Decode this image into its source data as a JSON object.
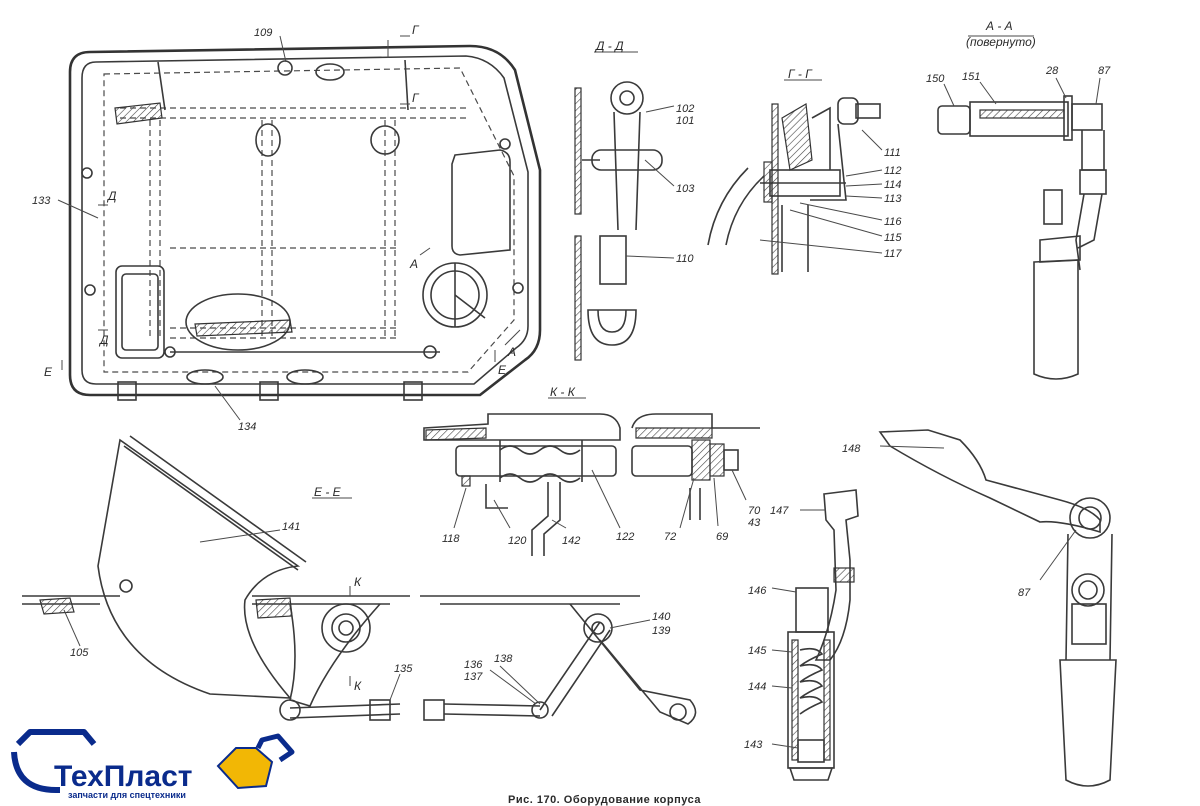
{
  "caption": "Рис. 170. Оборудование корпуса",
  "sections": {
    "dd": "Д - Д",
    "gg": "Г - Г",
    "aa": "А - А",
    "aa_note": "(повернуто)",
    "kk": "К - К",
    "ee": "Е - Е"
  },
  "cut_marks": {
    "g": "Г",
    "d": "Д",
    "a": "А",
    "e": "Е",
    "k": "К"
  },
  "callouts": {
    "n109": "109",
    "n133": "133",
    "n134": "134",
    "n102": "102",
    "n101": "101",
    "n103": "103",
    "n110": "110",
    "n111": "111",
    "n112": "112",
    "n114": "114",
    "n113": "113",
    "n116": "116",
    "n115": "115",
    "n117": "117",
    "n150": "150",
    "n151": "151",
    "n28": "28",
    "n87": "87",
    "n118": "118",
    "n120": "120",
    "n142": "142",
    "n122": "122",
    "n72": "72",
    "n69": "69",
    "n70": "70",
    "n43": "43",
    "n141": "141",
    "n105": "105",
    "n135": "135",
    "n136": "136",
    "n137": "137",
    "n138": "138",
    "n140": "140",
    "n139": "139",
    "n148": "148",
    "n147": "147",
    "n146": "146",
    "n145": "145",
    "n144": "144",
    "n143": "143",
    "n87b": "87"
  },
  "watermark": {
    "brand": "ТехПласт",
    "tagline": "запчасти для спецтехники",
    "brand_color": "#0a2b8c",
    "accent_color": "#f2b705",
    "icon": "excavator-bucket-logo"
  }
}
